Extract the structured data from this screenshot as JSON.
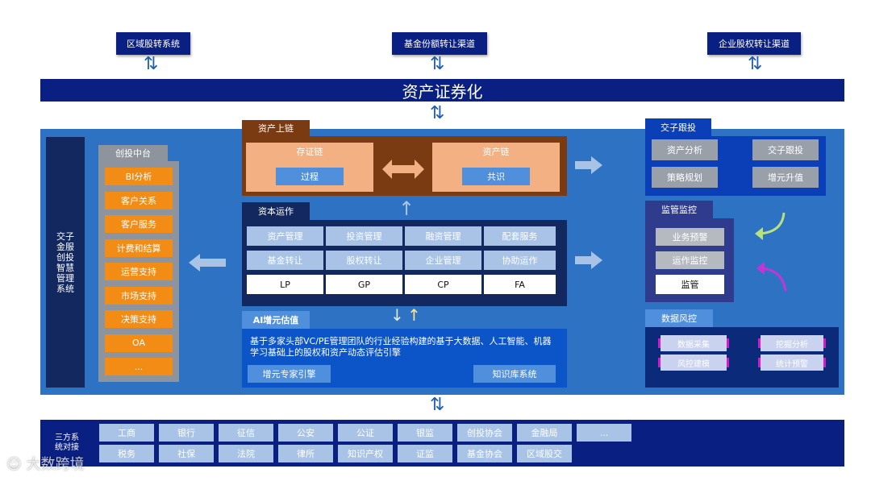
{
  "top": {
    "regional_transfer": "区域股转系统",
    "fund_share_channel": "基金份额转让渠道",
    "equity_channel": "企业股权转让渠道",
    "banner": "资产证券化"
  },
  "left": {
    "system_label": "交子金服创投智慧管理系统",
    "platform_tab": "创投中台",
    "platform_items": [
      "BI分析",
      "客户关系",
      "客户服务",
      "计费和结算",
      "运营支持",
      "市场支持",
      "决策支持",
      "OA",
      "..."
    ]
  },
  "chain": {
    "tab": "资产上链",
    "cert_chain": "存证链",
    "cert_sub": "过程",
    "asset_chain": "资产链",
    "asset_sub": "共识"
  },
  "capital": {
    "tab": "资本运作",
    "columns": [
      {
        "items": [
          "资产管理",
          "基金转让"
        ],
        "bottom": "LP"
      },
      {
        "items": [
          "投资管理",
          "股权转让"
        ],
        "bottom": "GP"
      },
      {
        "items": [
          "融资管理",
          "企业管理"
        ],
        "bottom": "CP"
      },
      {
        "items": [
          "配套服务",
          "协助运作"
        ],
        "bottom": "FA"
      }
    ]
  },
  "ai": {
    "tab": "AI增元估值",
    "description": "基于多家头部VC/PE管理团队的行业经验构建的基于大数据、人工智能、机器学习基础上的股权和资产动态评估引擎",
    "expert_engine": "增元专家引擎",
    "knowledge_base": "知识库系统"
  },
  "follow": {
    "tab": "交子跟投",
    "items": [
      "资产分析",
      "交子跟投",
      "策略规划",
      "增元升值"
    ]
  },
  "monitor": {
    "tab": "监管监控",
    "items": [
      "业务预警",
      "运作监控",
      "监管"
    ]
  },
  "risk": {
    "tab": "数据风控",
    "items": [
      "数据采集",
      "挖掘分析",
      "风控建模",
      "统计预警"
    ]
  },
  "bottom": {
    "label": "三方系统对接",
    "row1": [
      "工商",
      "银行",
      "征信",
      "公安",
      "公证",
      "银监",
      "创投协会",
      "金融局",
      "..."
    ],
    "row2": [
      "税务",
      "社保",
      "法院",
      "律所",
      "知识产权",
      "证监",
      "基金协会",
      "区域股交"
    ]
  },
  "watermark": "大数跨境",
  "colors": {
    "navy": "#0a1f82",
    "panel_blue": "#2e73c3",
    "orange": "#f28c15",
    "peach": "#f3b083"
  }
}
